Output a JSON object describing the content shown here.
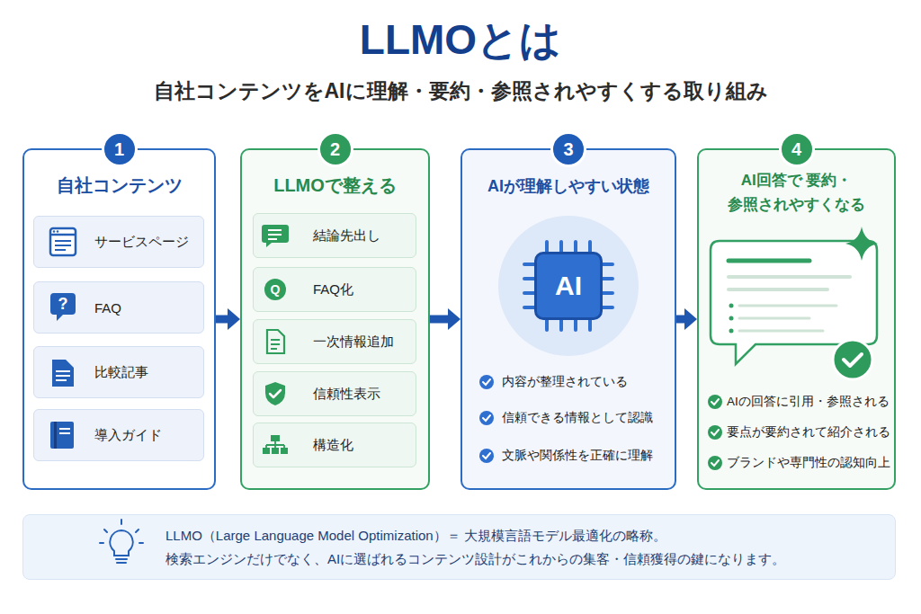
{
  "diagram": {
    "title": "LLMOとは",
    "nodes": [
      {
        "text": [
          "自社コンテンツ"
        ]
      },
      {
        "text": [
          "1"
        ],
        "in": 0
      },
      {
        "text": [
          "サービスページ"
        ],
        "in": 0
      },
      {
        "text": [
          "FAQ"
        ],
        "in": 0
      },
      {
        "text": [
          "比較記事"
        ],
        "in": 0
      },
      {
        "text": [
          "導入ガイド"
        ],
        "in": 0
      },
      {
        "text": [
          "LLMOで整える"
        ]
      },
      {
        "text": [
          "2"
        ],
        "in": 6
      },
      {
        "text": [
          "結論先出し"
        ],
        "in": 6
      },
      {
        "text": [
          "FAQ化"
        ],
        "in": 6
      },
      {
        "text": [
          "一次情報追加"
        ],
        "in": 6
      },
      {
        "text": [
          "信頼性表示"
        ],
        "in": 6
      },
      {
        "text": [
          "構造化"
        ],
        "in": 6
      },
      {
        "text": [
          "AIが理解しやすい状態",
          "内容が整理されている",
          "信頼できる情報として認識",
          "文脈や関係性を正確に理解"
        ]
      },
      {
        "text": [
          "3"
        ],
        "in": 13
      },
      {
        "text": [
          "AI"
        ],
        "in": 13
      },
      {
        "text": [
          "AI回答で 要約・参照されやすくなる",
          "AIの回答に引用・参照される",
          "要点が要約されて紹介される",
          "ブランドや専門性の認知向上"
        ]
      },
      {
        "text": [
          "4"
        ],
        "in": 16
      },
      {
        "text": [
          "LLMO（Large Language Model Optimization）＝ 大規模言語モデル最適化の略称。",
          "検索エンジンだけでなく、AIに選ばれるコンテンツ設計がこれからの集客・信頼獲得の鍵になります。"
        ]
      }
    ],
    "edges": [
      {
        "from": 0,
        "to": 6,
        "arrow": "to"
      },
      {
        "from": 6,
        "to": 13,
        "arrow": "to"
      },
      {
        "from": 13,
        "to": 16,
        "arrow": "to"
      }
    ],
    "labels": [
      "自社コンテンツをAIに理解・要約・参照されやすくする取り組み",
      "?",
      "Q"
    ]
  }
}
